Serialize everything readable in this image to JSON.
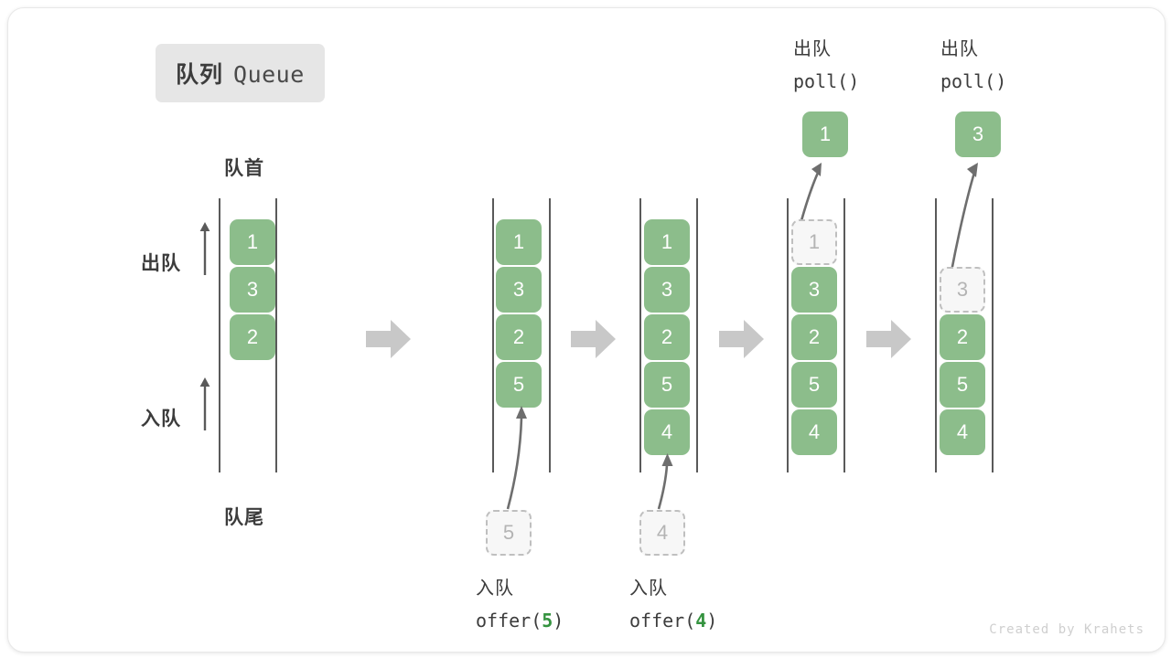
{
  "title": {
    "cn": "队列",
    "en": "Queue"
  },
  "labels": {
    "head": "队首",
    "tail": "队尾",
    "dequeue": "出队",
    "enqueue": "入队"
  },
  "colors": {
    "element_fill": "#8cbd8b",
    "element_text": "#ffffff",
    "ghost_fill": "#f7f7f7",
    "ghost_border": "#bfbfbf",
    "ghost_text": "#b4b4b4",
    "rail": "#5a5a5a",
    "arrow_gray": "#c8c8c8",
    "curve_arrow": "#6e6e6e",
    "badge_bg": "#e6e6e6",
    "text": "#3c3c3c",
    "accent_green": "#34933f",
    "credit": "#cfcfcf"
  },
  "steps": [
    {
      "name": "initial",
      "items": [
        "1",
        "3",
        "2"
      ],
      "ghost": null,
      "ghost_row": null,
      "incoming": null,
      "result": null,
      "op_cn": null,
      "op_code": null,
      "op_arg": null
    },
    {
      "name": "offer-5",
      "items": [
        "1",
        "3",
        "2",
        "5"
      ],
      "ghost": null,
      "ghost_row": null,
      "incoming": "5",
      "result": null,
      "op_cn": "入队",
      "op_code_prefix": "offer(",
      "op_arg": "5",
      "op_code_suffix": ")"
    },
    {
      "name": "offer-4",
      "items": [
        "1",
        "3",
        "2",
        "5",
        "4"
      ],
      "ghost": null,
      "ghost_row": null,
      "incoming": "4",
      "result": null,
      "op_cn": "入队",
      "op_code_prefix": "offer(",
      "op_arg": "4",
      "op_code_suffix": ")"
    },
    {
      "name": "poll-1",
      "items": [
        "3",
        "2",
        "5",
        "4"
      ],
      "ghost": "1",
      "ghost_row": 0,
      "incoming": null,
      "result": "1",
      "op_cn": "出队",
      "op_code_prefix": "poll()",
      "op_arg": "",
      "op_code_suffix": ""
    },
    {
      "name": "poll-3",
      "items": [
        "2",
        "5",
        "4"
      ],
      "ghost": "3",
      "ghost_row": 1,
      "incoming": null,
      "result": "3",
      "op_cn": "出队",
      "op_code_prefix": "poll()",
      "op_arg": "",
      "op_code_suffix": ""
    }
  ],
  "credit": "Created by Krahets"
}
